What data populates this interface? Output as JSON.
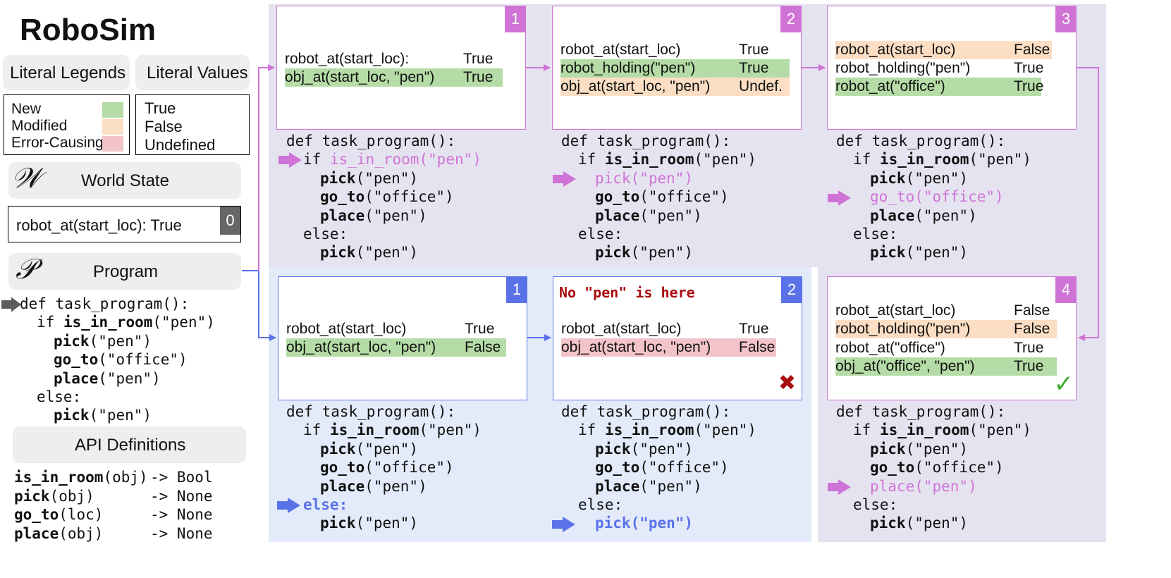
{
  "app_title": "RoboSim",
  "legend": {
    "header": "Literal Legends",
    "items": [
      {
        "label": "New",
        "color": "#b5dca6"
      },
      {
        "label": "Modified",
        "color": "#fbdec3"
      },
      {
        "label": "Error-Causing",
        "color": "#f2c4c9"
      }
    ]
  },
  "values_panel": {
    "header": "Literal Values",
    "items": [
      "True",
      "False",
      "Undefined"
    ]
  },
  "world_state": {
    "symbol": "𝒲",
    "label": "World State",
    "value": "robot_at(start_loc): True",
    "step": "0"
  },
  "program": {
    "symbol": "𝒫",
    "label": "Program",
    "lines": [
      {
        "t": "def task_program():"
      },
      {
        "kw": "if",
        "fn": "is_in_room",
        "arg": "(\"pen\")"
      },
      {
        "fn": "pick",
        "arg": "(\"pen\")"
      },
      {
        "fn": "go_to",
        "arg": "(\"office\")"
      },
      {
        "fn": "place",
        "arg": "(\"pen\")"
      },
      {
        "t": "else:"
      },
      {
        "fn": "pick",
        "arg": "(\"pen\")"
      }
    ]
  },
  "api": {
    "header": "API Definitions",
    "items": [
      {
        "fn": "is_in_room",
        "arg": "(obj)",
        "ret": "-> Bool"
      },
      {
        "fn": "pick",
        "arg": "(obj)",
        "ret": "-> None"
      },
      {
        "fn": "go_to",
        "arg": "(loc)",
        "ret": "-> None"
      },
      {
        "fn": "place",
        "arg": "(obj)",
        "ret": "-> None"
      }
    ]
  },
  "steps": {
    "t1": {
      "badge": "1",
      "literals": [
        {
          "k": "robot_at(start_loc):",
          "v": "True",
          "state": ""
        },
        {
          "k": "obj_at(start_loc, \"pen\")",
          "v": "True",
          "state": "new"
        }
      ]
    },
    "t2": {
      "badge": "2",
      "literals": [
        {
          "k": "robot_at(start_loc)",
          "v": "True",
          "state": ""
        },
        {
          "k": "robot_holding(\"pen\")",
          "v": "True",
          "state": "new"
        },
        {
          "k": "obj_at(start_loc, \"pen\")",
          "v": "Undef.",
          "state": "mod"
        }
      ]
    },
    "t3": {
      "badge": "3",
      "literals": [
        {
          "k": "robot_at(start_loc)",
          "v": "False",
          "state": "mod"
        },
        {
          "k": "robot_holding(\"pen\")",
          "v": "True",
          "state": ""
        },
        {
          "k": "robot_at(\"office\")",
          "v": "True",
          "state": "new"
        }
      ]
    },
    "t4": {
      "badge": "4",
      "mark": "✓",
      "literals": [
        {
          "k": "robot_at(start_loc)",
          "v": "False",
          "state": ""
        },
        {
          "k": "robot_holding(\"pen\")",
          "v": "False",
          "state": "mod"
        },
        {
          "k": "robot_at(\"office\")",
          "v": "True",
          "state": ""
        },
        {
          "k": "obj_at(\"office\", \"pen\")",
          "v": "True",
          "state": "new"
        }
      ]
    },
    "b1": {
      "badge": "1",
      "literals": [
        {
          "k": "robot_at(start_loc)",
          "v": "True",
          "state": ""
        },
        {
          "k": "obj_at(start_loc, \"pen\")",
          "v": "False",
          "state": "new"
        }
      ]
    },
    "b2": {
      "badge": "2",
      "message": "No \"pen\" is here",
      "mark": "✖",
      "literals": [
        {
          "k": "robot_at(start_loc)",
          "v": "True",
          "state": ""
        },
        {
          "k": "obj_at(start_loc, \"pen\")",
          "v": "False",
          "state": "err"
        }
      ]
    }
  },
  "colors": {
    "success_branch": "#cf74d6",
    "failure_branch": "#5a72e8",
    "success_bg": "#e6e3f0",
    "failure_bg": "#e3ebfa",
    "error_text": "#a80d12",
    "check": "#3fae2a"
  }
}
